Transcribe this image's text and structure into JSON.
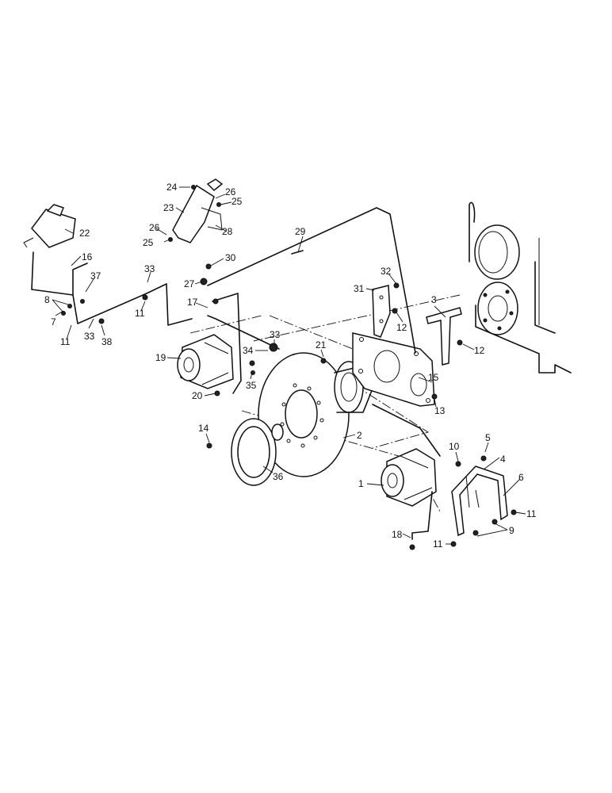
{
  "callouts": {
    "c1": "1",
    "c2": "2",
    "c3": "3",
    "c4": "4",
    "c5": "5",
    "c6": "6",
    "c7": "7",
    "c8": "8",
    "c9": "9",
    "c10": "10",
    "c11a": "11",
    "c11b": "11",
    "c11c": "11",
    "c11d": "11",
    "c12a": "12",
    "c12b": "12",
    "c13": "13",
    "c14": "14",
    "c15": "15",
    "c16": "16",
    "c17": "17",
    "c18": "18",
    "c19": "19",
    "c20": "20",
    "c21": "21",
    "c22": "22",
    "c23": "23",
    "c24": "24",
    "c25a": "25",
    "c25b": "25",
    "c26a": "26",
    "c26b": "26",
    "c27": "27",
    "c28": "28",
    "c29": "29",
    "c30": "30",
    "c31": "31",
    "c32": "32",
    "c33a": "33",
    "c33b": "33",
    "c33c": "33",
    "c34": "34",
    "c35": "35",
    "c36": "36",
    "c37": "37",
    "c38": "38"
  }
}
